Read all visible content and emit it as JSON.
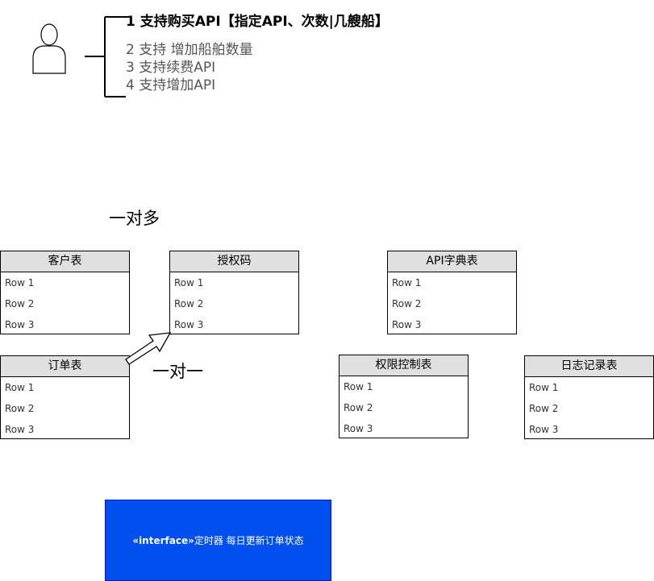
{
  "requirements": {
    "item1_number": "1",
    "item1_text": "支持购买API【指定API、次数|几艘船】",
    "item2": "2 支持 增加船舶数量",
    "item3": "3 支持续费API",
    "item4": "4 支持增加API"
  },
  "relations": {
    "one_to_many": "一对多",
    "one_to_one": "一对一"
  },
  "tables": [
    {
      "title": "客户表",
      "rows": [
        "Row 1",
        "Row 2",
        "Row 3"
      ]
    },
    {
      "title": "授权码",
      "rows": [
        "Row 1",
        "Row 2",
        "Row 3"
      ]
    },
    {
      "title": "API字典表",
      "rows": [
        "Row 1",
        "Row 2",
        "Row 3"
      ]
    },
    {
      "title": "订单表",
      "rows": [
        "Row 1",
        "Row 2",
        "Row 3"
      ]
    },
    {
      "title": "权限控制表",
      "rows": [
        "Row 1",
        "Row 2",
        "Row 3"
      ]
    },
    {
      "title": "日志记录表",
      "rows": [
        "Row 1",
        "Row 2",
        "Row 3"
      ]
    }
  ],
  "interface_box": {
    "stereotype": "«interface»",
    "text": "定时器 每日更新订单状态"
  },
  "colors": {
    "interface_fill": "#0050ef",
    "table_header": "#e0e0e0"
  }
}
